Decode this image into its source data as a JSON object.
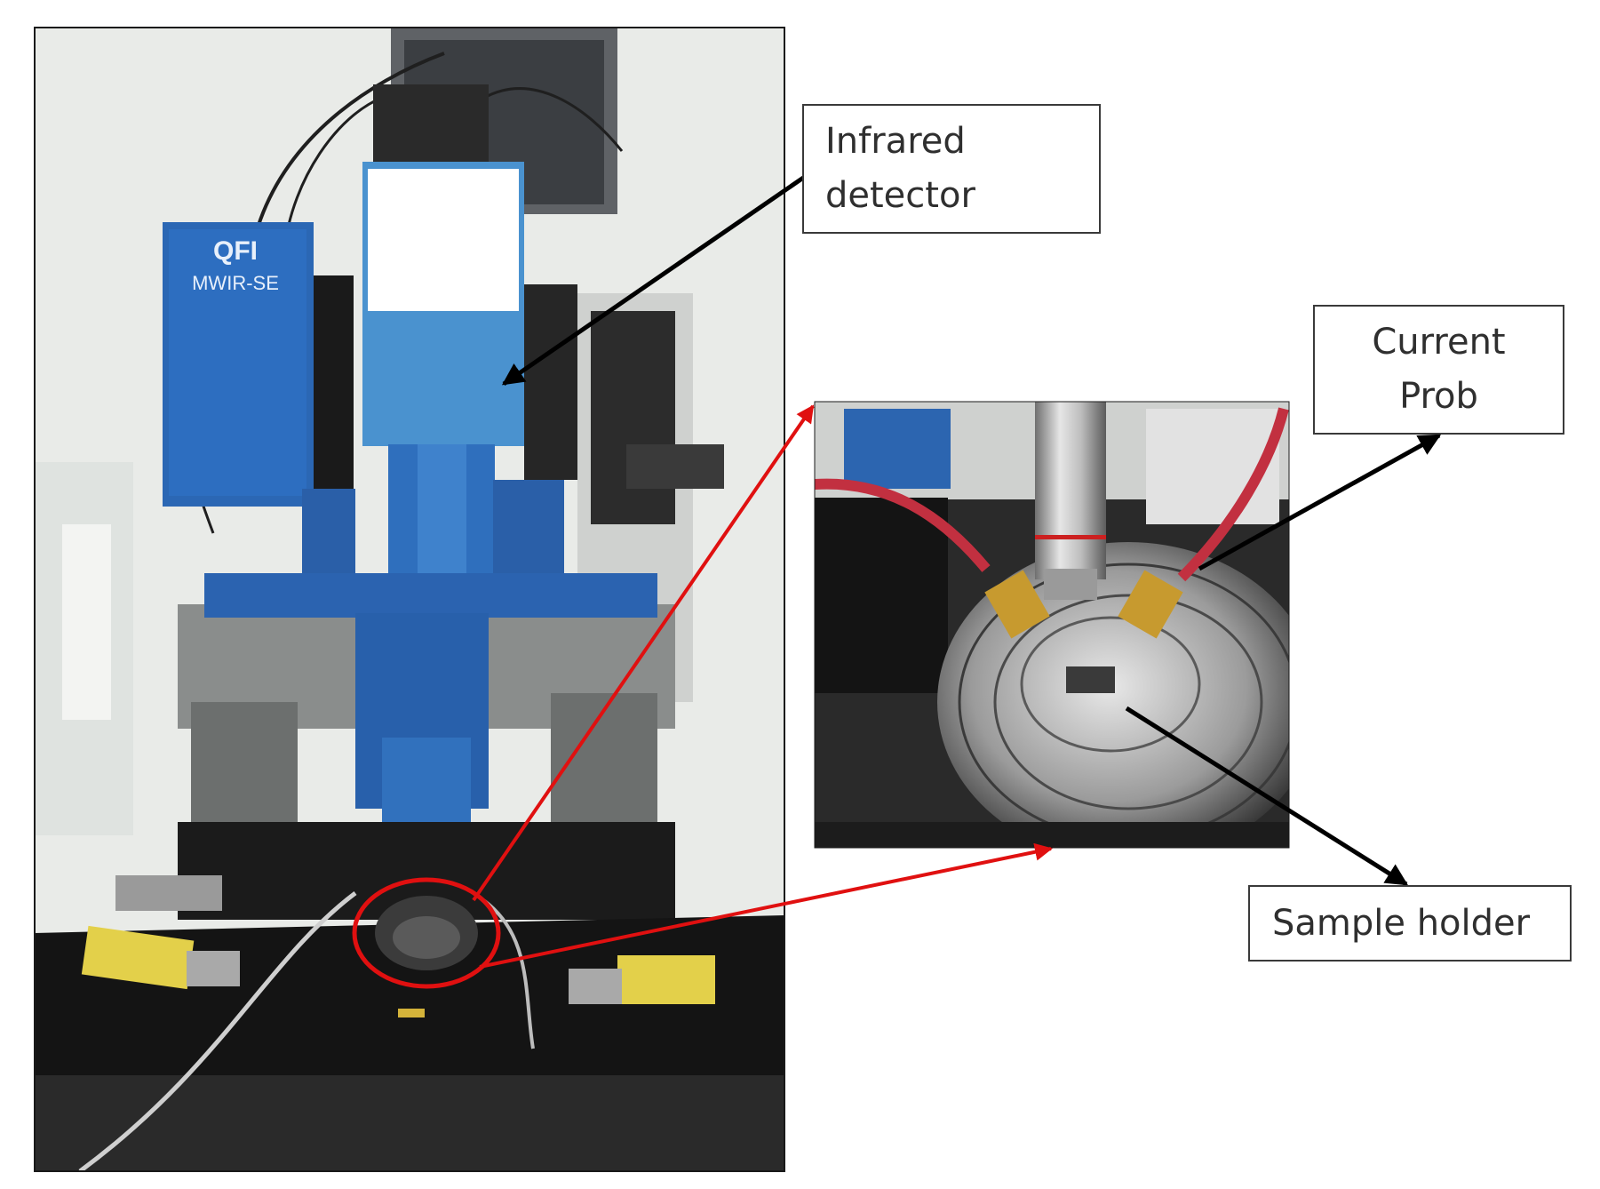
{
  "figure": {
    "callouts": {
      "infrared_detector": {
        "lines": [
          "Infrared",
          "detector"
        ]
      },
      "current_probe": {
        "lines": [
          "Current",
          "Prob"
        ]
      },
      "sample_holder": {
        "lines": [
          "Sample holder"
        ]
      }
    },
    "photo_panel": {
      "label_badge": "QFI",
      "label_model": "MWIR-SE"
    },
    "colors": {
      "leader_arrow": "#000000",
      "zoom_indicator": "#e01010",
      "instrument_blue": "#2b67b4",
      "detector_head": "#4a92cf"
    }
  }
}
